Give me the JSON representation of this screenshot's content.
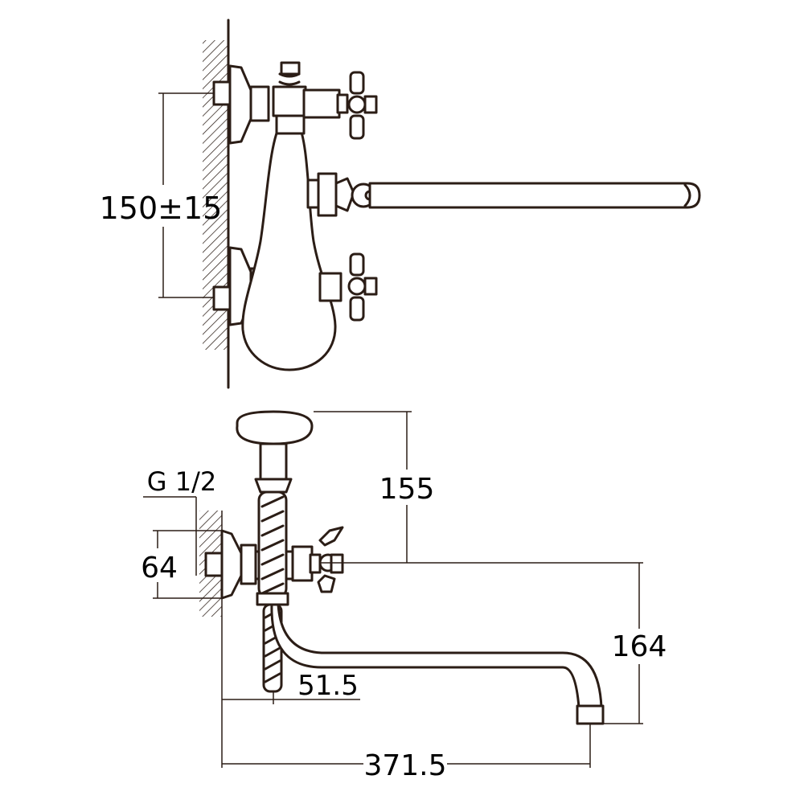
{
  "dimensions": {
    "inlet_spacing": "150±15",
    "handle_height": "155",
    "thread": "G 1/2",
    "body_height": "64",
    "spout_drop": "164",
    "hose_offset": "51.5",
    "spout_length": "371.5"
  },
  "colors": {
    "line": "#2b1d16",
    "background": "#ffffff"
  }
}
